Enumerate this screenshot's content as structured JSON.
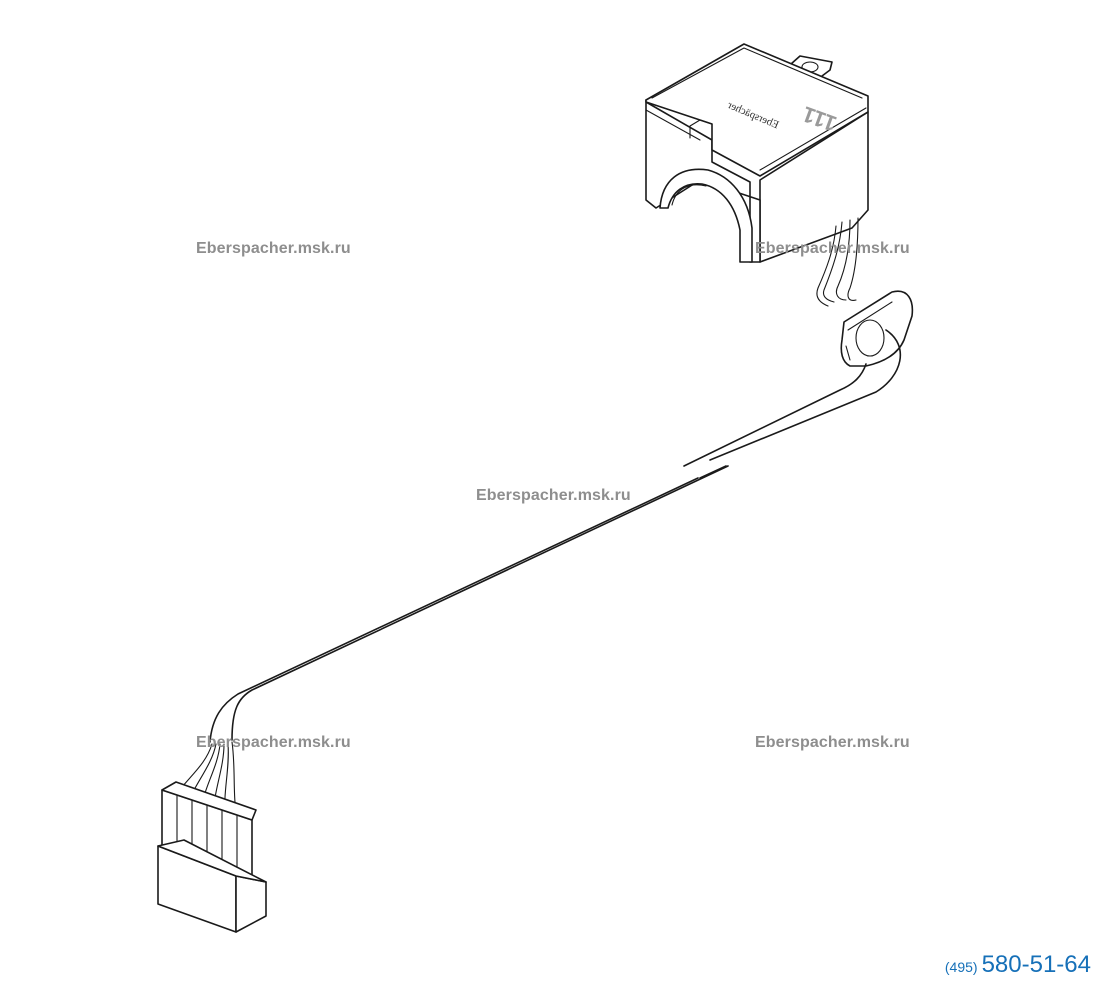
{
  "drawing": {
    "brand_text": "Eberspächer",
    "part_number": "111"
  },
  "watermarks": [
    "Eberspacher.msk.ru",
    "Eberspacher.msk.ru",
    "Eberspacher.msk.ru",
    "Eberspacher.msk.ru",
    "Eberspacher.msk.ru"
  ],
  "contact": {
    "area_code": "(495)",
    "number": "580-51-64"
  },
  "colors": {
    "watermark": "#8e8e8e",
    "phone": "#1670b8",
    "line": "#1a1a1a"
  }
}
